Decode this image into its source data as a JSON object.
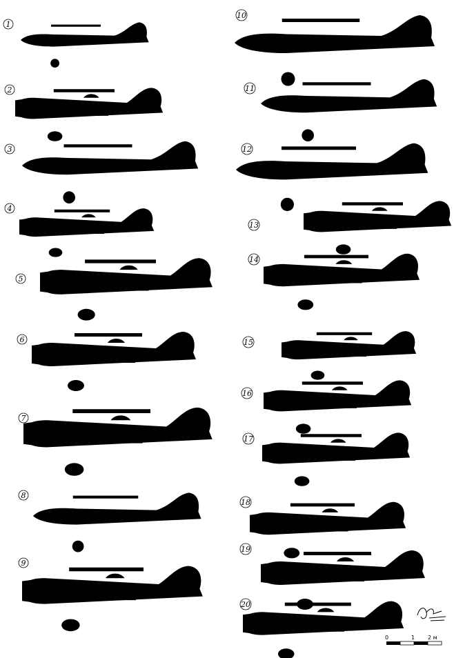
{
  "labels": [
    "1",
    "2",
    "3",
    "4",
    "5",
    "6",
    "7",
    "8",
    "9",
    "10",
    "11",
    "12",
    "13",
    "14",
    "15",
    "16",
    "17",
    "18",
    "19",
    "20"
  ],
  "scale": {
    "ticks": [
      "0",
      "1",
      "2 м"
    ]
  },
  "signature": "signature"
}
